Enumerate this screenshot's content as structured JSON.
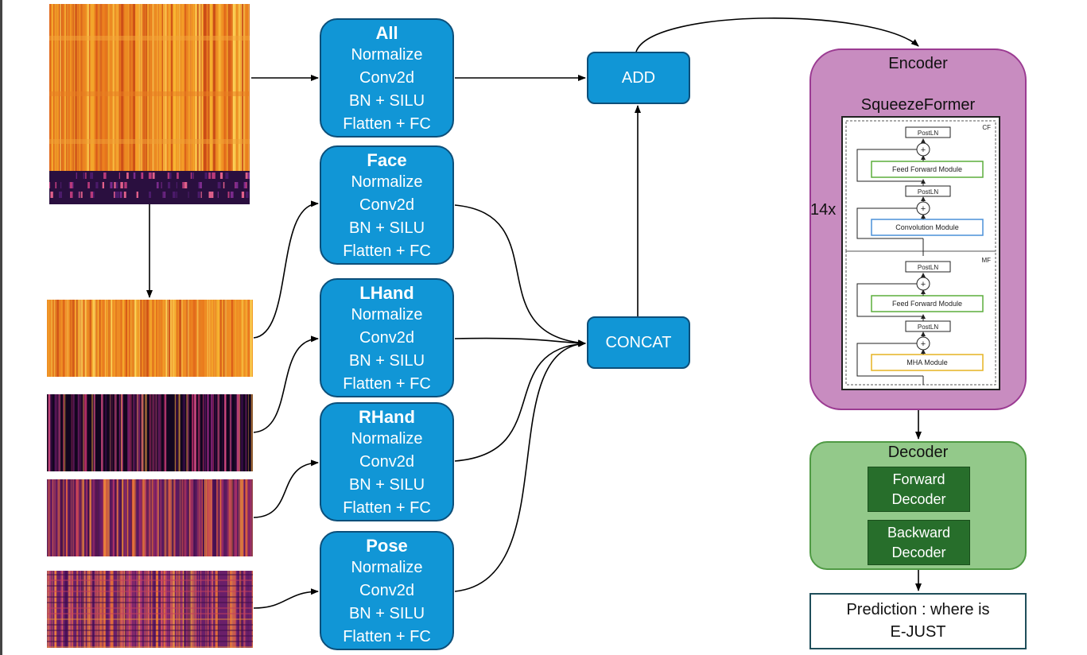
{
  "branches": [
    {
      "title": "All",
      "lines": [
        "Normalize",
        "Conv2d",
        "BN + SILU",
        "Flatten + FC"
      ]
    },
    {
      "title": "Face",
      "lines": [
        "Normalize",
        "Conv2d",
        "BN + SILU",
        "Flatten + FC"
      ]
    },
    {
      "title": "LHand",
      "lines": [
        "Normalize",
        "Conv2d",
        "BN + SILU",
        "Flatten + FC"
      ]
    },
    {
      "title": "RHand",
      "lines": [
        "Normalize",
        "Conv2d",
        "BN + SILU",
        "Flatten + FC"
      ]
    },
    {
      "title": "Pose",
      "lines": [
        "Normalize",
        "Conv2d",
        "BN + SILU",
        "Flatten + FC"
      ]
    }
  ],
  "ops": {
    "add": "ADD",
    "concat": "CONCAT"
  },
  "encoder": {
    "title": "Encoder",
    "subtitle": "SqueezeFormer",
    "repeat": "14x",
    "cf_label": "CF",
    "mf_label": "MF",
    "postln": "PostLN",
    "ffm": "Feed Forward Module",
    "conv": "Convolution Module",
    "mha": "MHA Module",
    "plus": "+"
  },
  "decoder": {
    "title": "Decoder",
    "forward": [
      "Forward",
      "Decoder"
    ],
    "backward": [
      "Backward",
      "Decoder"
    ]
  },
  "prediction": [
    "Prediction : where is",
    "E-JUST"
  ],
  "colors": {
    "block": "#1196d6",
    "encoder": "#c88cc0",
    "decoder": "#93c98a",
    "decoder_button": "#276e2b"
  }
}
